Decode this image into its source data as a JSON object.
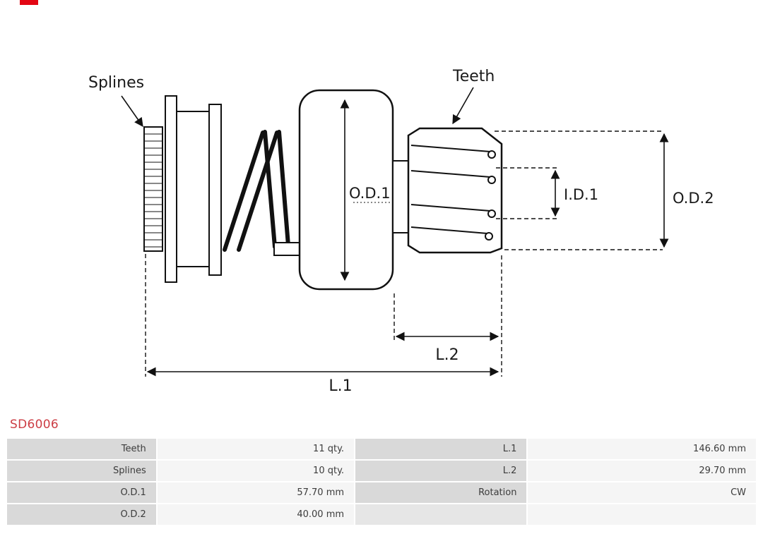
{
  "logo": {
    "color": "#e30613"
  },
  "diagram": {
    "labels": {
      "splines": "Splines",
      "teeth": "Teeth",
      "od1": "O.D.1",
      "id1": "I.D.1",
      "od2": "O.D.2",
      "l1": "L.1",
      "l2": "L.2"
    }
  },
  "part_number": "SD6006",
  "colors": {
    "part_number_red": "#cc3d44",
    "logo_red": "#e30613",
    "table_label_bg": "#d9d9d9",
    "table_value_bg": "#f5f5f5",
    "drawing_stroke": "#111111"
  },
  "spec_table": {
    "rows": [
      {
        "label_left": "Teeth",
        "value_left": "11 qty.",
        "label_right": "L.1",
        "value_right": "146.60 mm"
      },
      {
        "label_left": "Splines",
        "value_left": "10 qty.",
        "label_right": "L.2",
        "value_right": "29.70 mm"
      },
      {
        "label_left": "O.D.1",
        "value_left": "57.70 mm",
        "label_right": "Rotation",
        "value_right": "CW"
      },
      {
        "label_left": "O.D.2",
        "value_left": "40.00 mm",
        "label_right": "",
        "value_right": ""
      }
    ]
  }
}
